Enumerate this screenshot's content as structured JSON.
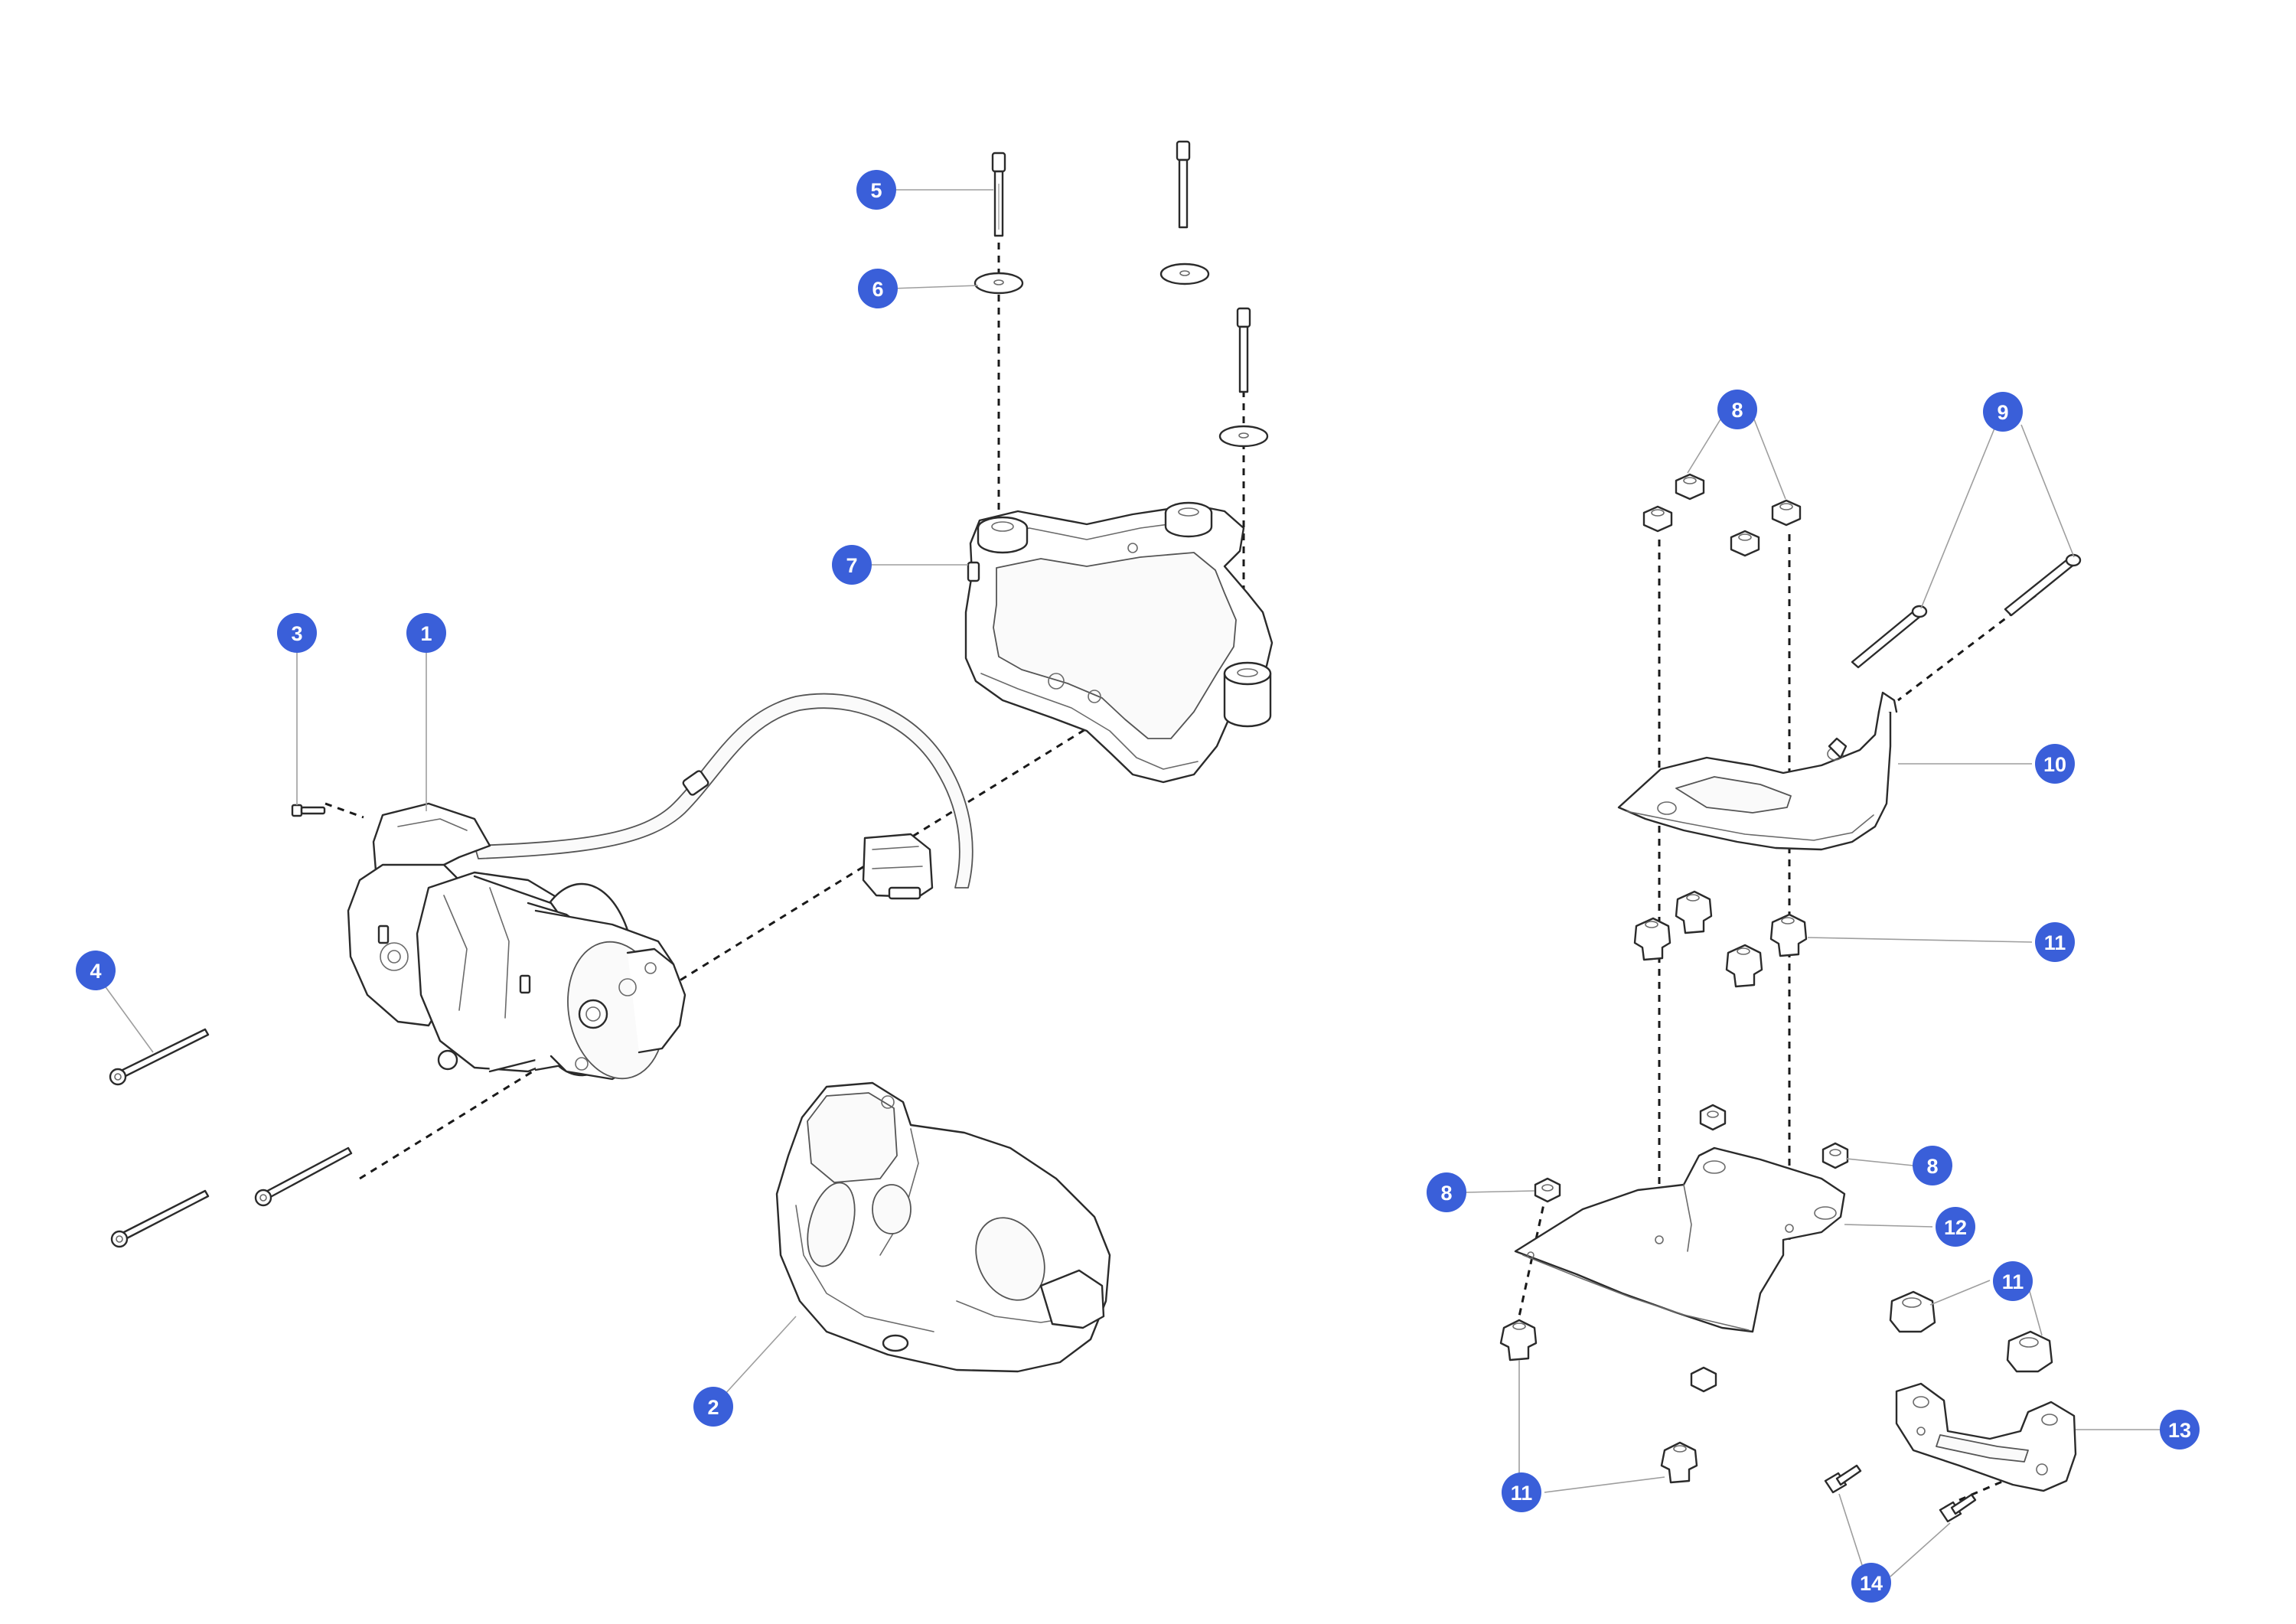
{
  "callout_color": "#3a5fd9",
  "callouts": [
    {
      "id": "c1",
      "label": "1"
    },
    {
      "id": "c2",
      "label": "2"
    },
    {
      "id": "c3",
      "label": "3"
    },
    {
      "id": "c4",
      "label": "4"
    },
    {
      "id": "c5",
      "label": "5"
    },
    {
      "id": "c6",
      "label": "6"
    },
    {
      "id": "c7",
      "label": "7"
    },
    {
      "id": "c8a",
      "label": "8"
    },
    {
      "id": "c8b",
      "label": "8"
    },
    {
      "id": "c8c",
      "label": "8"
    },
    {
      "id": "c9",
      "label": "9"
    },
    {
      "id": "c10",
      "label": "10"
    },
    {
      "id": "c11a",
      "label": "11"
    },
    {
      "id": "c11b",
      "label": "11"
    },
    {
      "id": "c11c",
      "label": "11"
    },
    {
      "id": "c12",
      "label": "12"
    },
    {
      "id": "c13",
      "label": "13"
    },
    {
      "id": "c14",
      "label": "14"
    }
  ]
}
